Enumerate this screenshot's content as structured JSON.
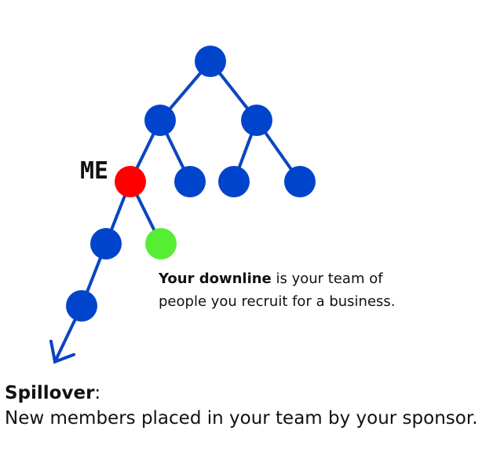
{
  "diagram": {
    "me_label": "ME",
    "downline": {
      "bold": "Your downline",
      "rest": " is your team of",
      "line2": "people you recruit for a business."
    },
    "spillover": {
      "title": "Spillover",
      "colon": ":",
      "text": "New members placed in your team by your sponsor."
    },
    "colors": {
      "node": "#0044cc",
      "me": "#ff0000",
      "new": "#55ee33",
      "edge": "#0a46c0"
    }
  }
}
